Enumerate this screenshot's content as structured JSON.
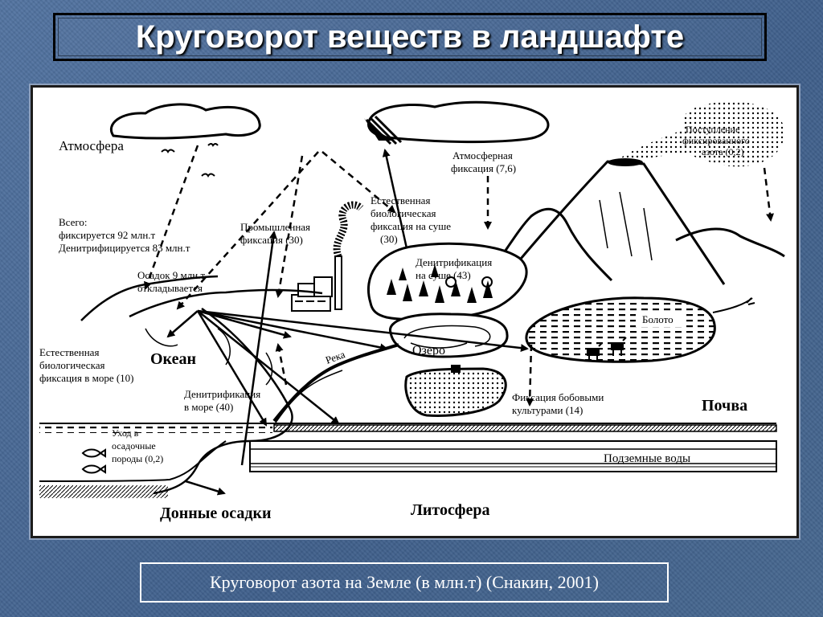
{
  "slide": {
    "title": "Круговорот веществ в ландшафте",
    "caption": "Круговорот азота на Земле (в млн.т) (Снакин, 2001)"
  },
  "diagram": {
    "atmosphere": "Атмосфера",
    "total_line1": "Всего:",
    "total_line2": "фиксируется 92 млн.т",
    "total_line3": "Денитрифицируется 83 млн.т",
    "sediment_line1": "Осадок 9 млн.т",
    "sediment_line2": "откладывается",
    "industrial_line1": "Промышленная",
    "industrial_line2": "фиксация (30)",
    "atm_fix_line1": "Атмосферная",
    "atm_fix_line2": "фиксация (7,6)",
    "volcano_line1": "Поступление",
    "volcano_line2": "фиксированного",
    "volcano_line3": "азота (0,2)",
    "land_bio_line1": "Естественная",
    "land_bio_line2": "биологическая",
    "land_bio_line3": "фиксация на суше",
    "land_bio_line4": "(30)",
    "land_denit_line1": "Денитрификация",
    "land_denit_line2": "на суше (43)",
    "sea_bio_line1": "Естественная",
    "sea_bio_line2": "биологическая",
    "sea_bio_line3": "фиксация в море (10)",
    "ocean": "Океан",
    "sea_denit_line1": "Денитрификация",
    "sea_denit_line2": "в море (40)",
    "river": "Река",
    "lake": "Озеро",
    "swamp": "Болото",
    "legume_line1": "Фиксация бобовыми",
    "legume_line2": "культурами (14)",
    "soil": "Почва",
    "sed_rocks_line1": "Уход в",
    "sed_rocks_line2": "осадочные",
    "sed_rocks_line3": "породы (0,2)",
    "groundwater": "Подземные воды",
    "bottom_sediments": "Донные осадки",
    "lithosphere": "Литосфера"
  }
}
